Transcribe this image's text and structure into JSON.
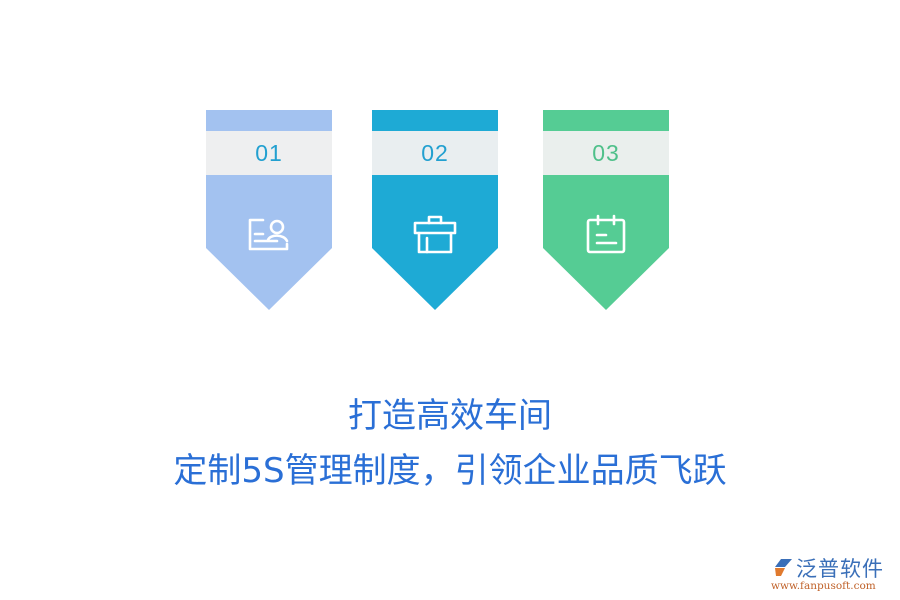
{
  "cards": [
    {
      "number": "01",
      "color": "#a3c2f0",
      "band_color": "#eeeff0",
      "number_color": "#22a0d0",
      "icon": "id-card-person-icon"
    },
    {
      "number": "02",
      "color": "#1eaad5",
      "band_color": "#e9eef0",
      "number_color": "#22a0d0",
      "icon": "toolbox-icon"
    },
    {
      "number": "03",
      "color": "#55cc94",
      "band_color": "#eaefed",
      "number_color": "#4fc08a",
      "icon": "calendar-icon"
    }
  ],
  "headline": {
    "line1": "打造高效车间",
    "line2": "定制5S管理制度，引领企业品质飞跃",
    "color": "#2a6fd6"
  },
  "logo": {
    "brand": "泛普软件",
    "url": "www.fanpusoft.com"
  }
}
